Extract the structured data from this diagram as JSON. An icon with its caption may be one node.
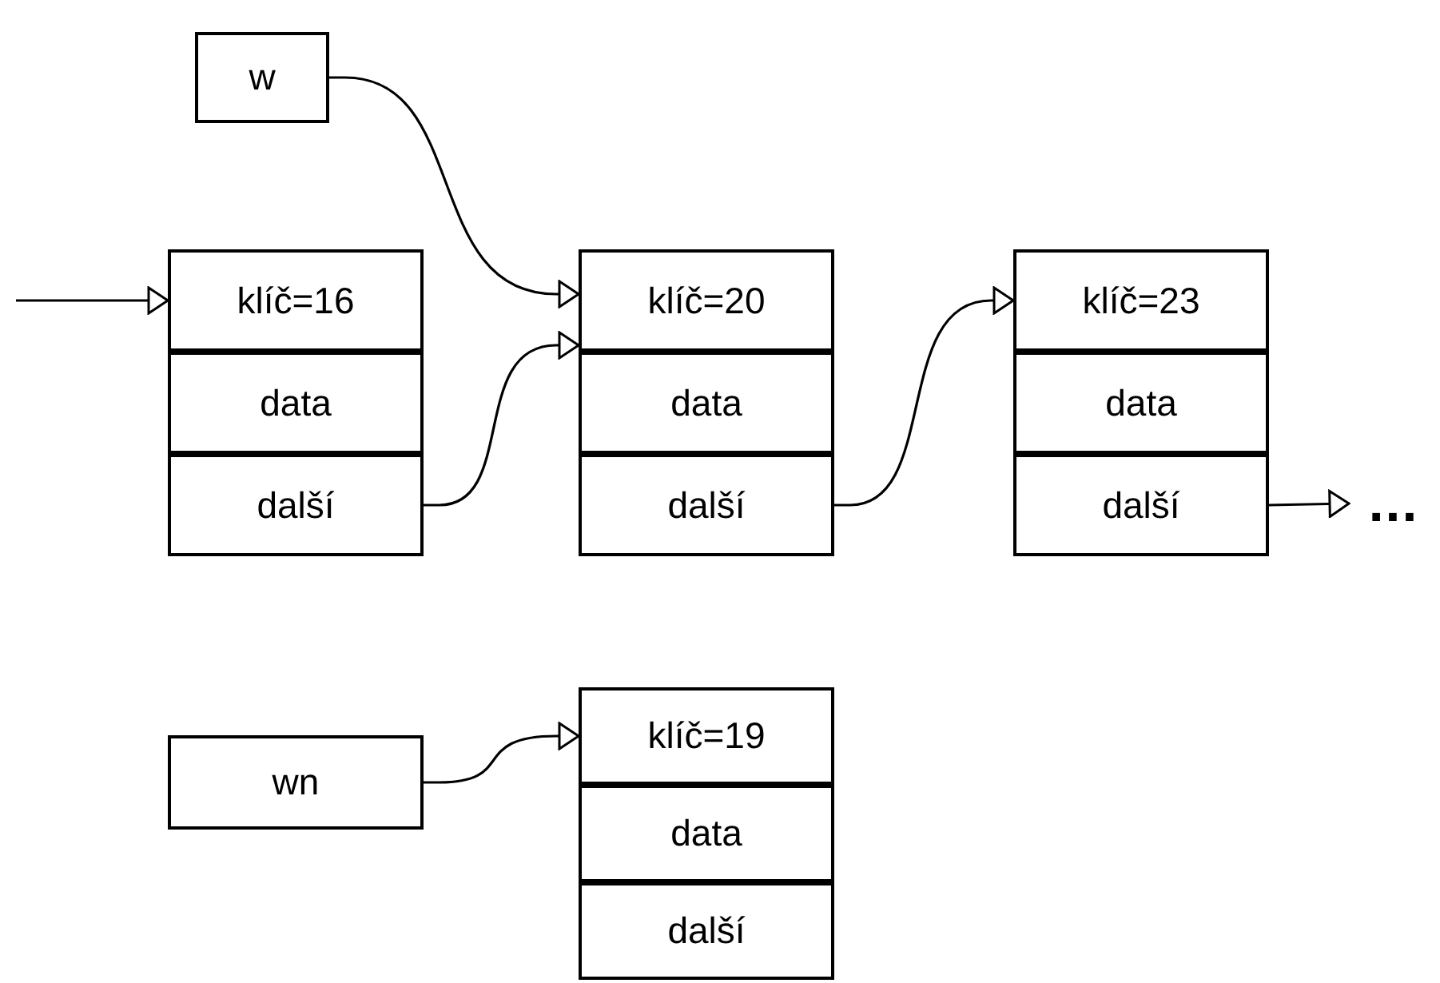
{
  "diagram": {
    "nodes": [
      {
        "text": [
          "w"
        ]
      },
      {
        "text": [
          "klíč=16"
        ]
      },
      {
        "text": [
          "data"
        ]
      },
      {
        "text": [
          "další"
        ]
      },
      {
        "text": [
          "klíč=20"
        ]
      },
      {
        "text": [
          "data"
        ]
      },
      {
        "text": [
          "další"
        ]
      },
      {
        "text": [
          "klíč=23"
        ]
      },
      {
        "text": [
          "data"
        ]
      },
      {
        "text": [
          "další"
        ]
      },
      {
        "text": [
          "..."
        ]
      },
      {
        "text": [
          "wn"
        ]
      },
      {
        "text": [
          "klíč=19"
        ]
      },
      {
        "text": [
          "data"
        ]
      },
      {
        "text": [
          "další"
        ]
      }
    ],
    "edges": [
      {
        "from": null,
        "to": 1,
        "arrow": "to"
      },
      {
        "from": 0,
        "to": 4,
        "arrow": "to"
      },
      {
        "from": 3,
        "to": 4,
        "arrow": "to"
      },
      {
        "from": 6,
        "to": 7,
        "arrow": "to"
      },
      {
        "from": 9,
        "to": 10,
        "arrow": "to"
      },
      {
        "from": 11,
        "to": 12,
        "arrow": "to"
      }
    ]
  }
}
